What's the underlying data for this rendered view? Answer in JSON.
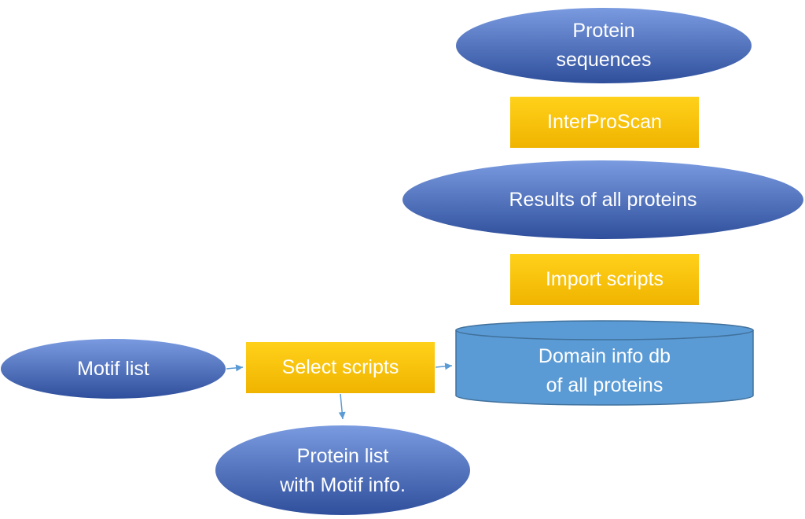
{
  "colors": {
    "ellipse_top": "#7a9be0",
    "ellipse_bottom": "#2f4f9c",
    "process_top": "#ffd11a",
    "process_bottom": "#f0b400",
    "database_fill": "#5b9bd5",
    "database_stroke": "#41719c",
    "connector": "#5b9bd5"
  },
  "nodes": {
    "protein_sequences": {
      "line1": "Protein",
      "line2": "sequences"
    },
    "interproscan": {
      "label": "InterProScan"
    },
    "results_all": {
      "label": "Results of all proteins"
    },
    "import_scripts": {
      "label": "Import scripts"
    },
    "domain_db": {
      "line1": "Domain info db",
      "line2": "of all proteins"
    },
    "motif_list": {
      "label": "Motif list"
    },
    "select_scripts": {
      "label": "Select scripts"
    },
    "protein_list": {
      "line1": "Protein list",
      "line2": "with Motif info."
    }
  }
}
